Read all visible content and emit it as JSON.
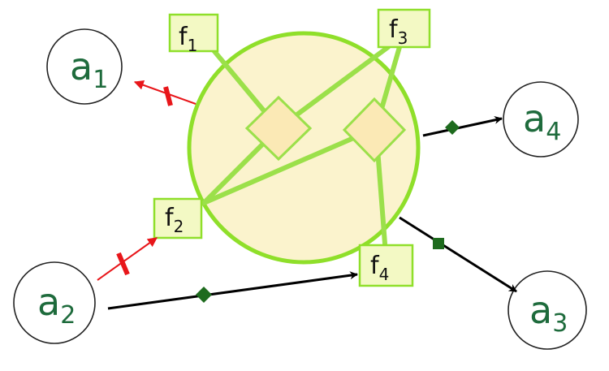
{
  "colors": {
    "agent_text": "#1e6b3c",
    "function_fill": "#fbf5c8",
    "function_stroke": "#8fdf2a",
    "link": "#9be04a",
    "inhibit": "#e8161a",
    "flow": "#000000",
    "marker": "#1e6b1e"
  },
  "agents": [
    {
      "base": "a",
      "sub": "1"
    },
    {
      "base": "a",
      "sub": "2"
    },
    {
      "base": "a",
      "sub": "3"
    },
    {
      "base": "a",
      "sub": "4"
    }
  ],
  "functions": [
    {
      "base": "f",
      "sub": "1"
    },
    {
      "base": "f",
      "sub": "2"
    },
    {
      "base": "f",
      "sub": "3"
    },
    {
      "base": "f",
      "sub": "4"
    }
  ]
}
